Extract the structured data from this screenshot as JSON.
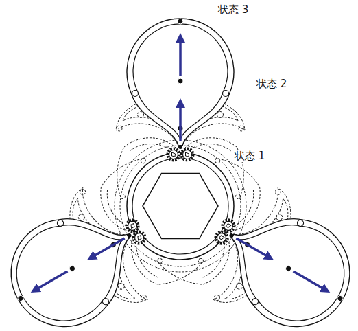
{
  "diagram": {
    "labels": [
      "状态 3",
      "状态 2",
      "状态 1"
    ]
  }
}
